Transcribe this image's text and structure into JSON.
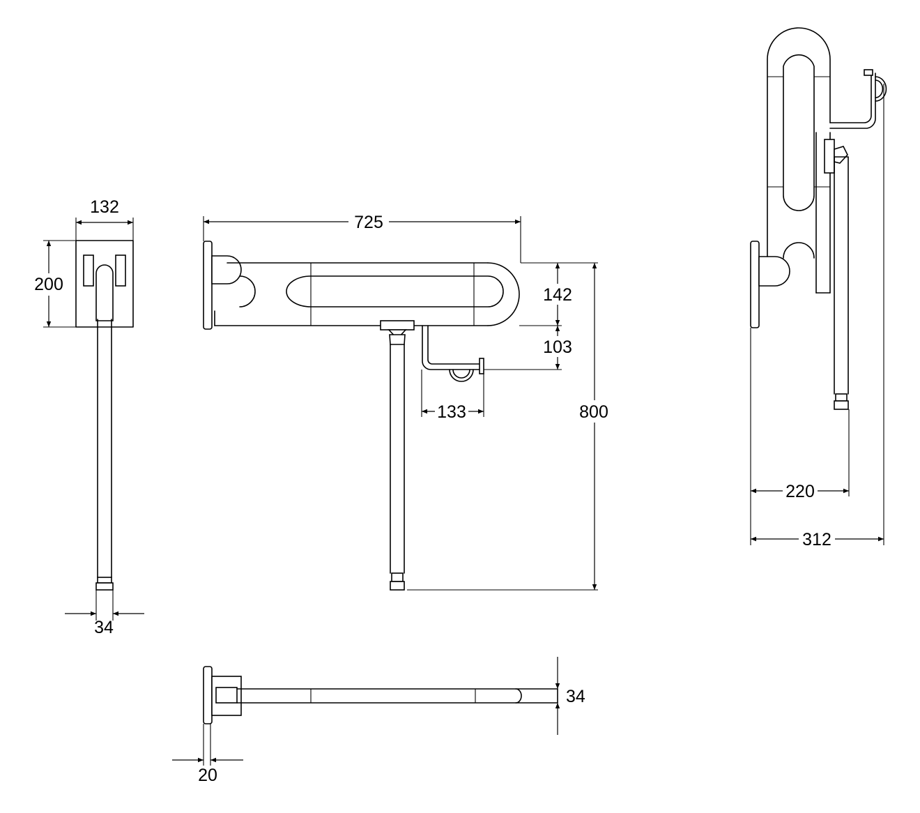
{
  "dimensions": {
    "front_width": "132",
    "front_height": "200",
    "front_leg_width": "34",
    "side_length": "725",
    "side_height_upper": "142",
    "side_height_lower": "103",
    "holder_width": "133",
    "total_height": "800",
    "top_thickness": "34",
    "top_plate_depth": "20",
    "folded_depth": "220",
    "folded_total_depth": "312"
  }
}
